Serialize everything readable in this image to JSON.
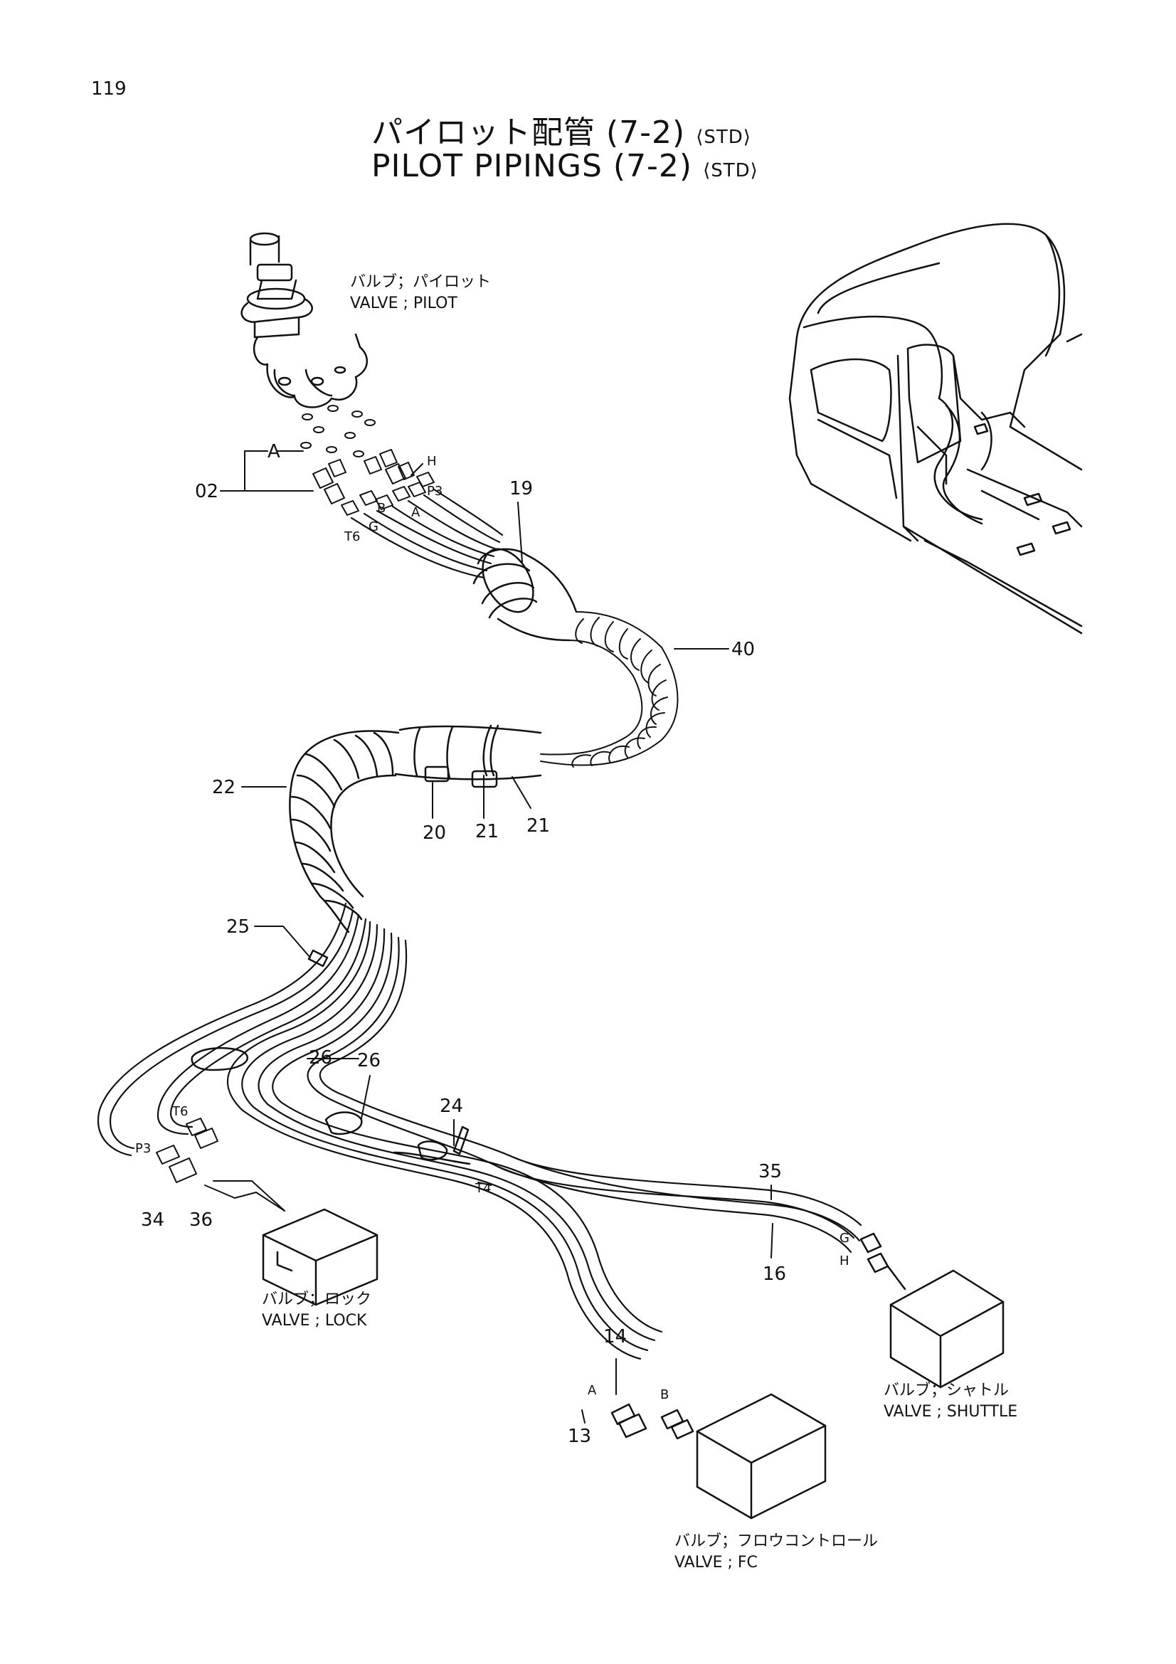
{
  "page_number": "119",
  "title": {
    "jp": "パイロット配管 (7-2)",
    "en": "PILOT PIPINGS (7-2)",
    "tag": "⟨STD⟩"
  },
  "components": {
    "pilot_valve": {
      "jp": "バルブ；パイロット",
      "en": "VALVE ; PILOT"
    },
    "lock_valve": {
      "jp": "バルブ；ロック",
      "en": "VALVE ; LOCK"
    },
    "shuttle_valve": {
      "jp": "バルブ；シャトル",
      "en": "VALVE ; SHUTTLE"
    },
    "fc_valve": {
      "jp": "バルブ；フロウコントロール",
      "en": "VALVE ; FC"
    }
  },
  "callouts": {
    "n02": "02",
    "n13": "13",
    "n14": "14",
    "n16": "16",
    "n19": "19",
    "n20": "20",
    "n21a": "21",
    "n21b": "21",
    "n22": "22",
    "n24": "24",
    "n25": "25",
    "n26a": "26",
    "n26b": "26",
    "n34": "34",
    "n35": "35",
    "n36": "36",
    "n40": "40",
    "nA": "A"
  },
  "ports": {
    "H_top": "H",
    "P3_top": "P3",
    "B_top": "B",
    "A_top": "A",
    "G_top": "G",
    "T6_top": "T6",
    "T6_bottom": "T6",
    "P3_bottom": "P3",
    "T4": "T4",
    "G_shuttle": "G",
    "H_shuttle": "H",
    "A_fc": "A",
    "B_fc": "B"
  }
}
